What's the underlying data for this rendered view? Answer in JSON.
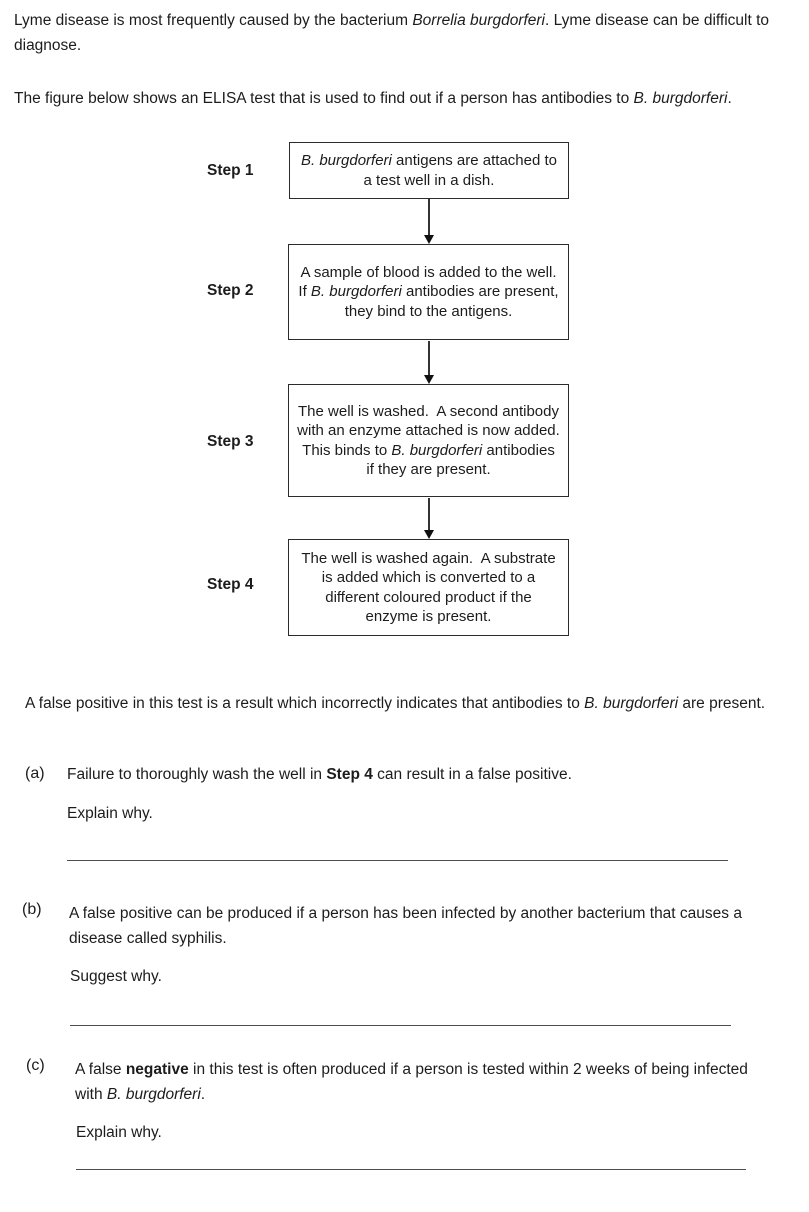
{
  "colors": {
    "background": "#ffffff",
    "text": "#1c1c1c",
    "box_border": "#2b2b2b",
    "arrow": "#111111",
    "answer_line": "#4d4d4d"
  },
  "intro": {
    "p1": {
      "parts": [
        {
          "text": "Lyme disease is most frequently caused by the bacterium ",
          "style": "normal"
        },
        {
          "text": "Borrelia burgdorferi",
          "style": "italic"
        },
        {
          "text": ". Lyme disease can be difficult to diagnose.",
          "style": "normal"
        }
      ]
    },
    "p2": {
      "parts": [
        {
          "text": "The figure below shows an ELISA test that is used to find out if a person has antibodies to ",
          "style": "normal"
        },
        {
          "text": "B. burgdorferi",
          "style": "italic"
        },
        {
          "text": ".",
          "style": "normal"
        }
      ]
    }
  },
  "flowchart": {
    "steps": [
      {
        "label": "Step 1",
        "box": {
          "parts": [
            {
              "text": "B. burgdorferi",
              "style": "italic"
            },
            {
              "text": " antigens are attached to a test well in a dish.",
              "style": "normal"
            }
          ]
        }
      },
      {
        "label": "Step 2",
        "box": {
          "parts": [
            {
              "text": "A sample of blood is added to the well.  If ",
              "style": "normal"
            },
            {
              "text": "B. burgdorferi",
              "style": "italic"
            },
            {
              "text": " antibodies are present, they bind to the antigens.",
              "style": "normal"
            }
          ]
        }
      },
      {
        "label": "Step 3",
        "box": {
          "parts": [
            {
              "text": "The well is washed.  A second antibody with an enzyme attached is now added.  This binds to ",
              "style": "normal"
            },
            {
              "text": "B. burgdorferi",
              "style": "italic"
            },
            {
              "text": " antibodies if they are present.",
              "style": "normal"
            }
          ]
        }
      },
      {
        "label": "Step 4",
        "box": {
          "parts": [
            {
              "text": "The well is washed again.  A substrate is added which is converted to a different coloured product if the enzyme is present.",
              "style": "normal"
            }
          ]
        }
      }
    ]
  },
  "note": {
    "parts": [
      {
        "text": "A false positive in this test is a result which incorrectly indicates that antibodies to ",
        "style": "normal"
      },
      {
        "text": "B. burgdorferi",
        "style": "italic"
      },
      {
        "text": " are present.",
        "style": "normal"
      }
    ]
  },
  "questions": {
    "items": [
      {
        "label": "(a)",
        "stem": {
          "parts": [
            {
              "text": "Failure to thoroughly wash the well in ",
              "style": "normal"
            },
            {
              "text": "Step 4",
              "style": "bold"
            },
            {
              "text": " can result in a false positive.",
              "style": "normal"
            }
          ]
        },
        "prompt": "Explain why."
      },
      {
        "label": "(b)",
        "stem": {
          "parts": [
            {
              "text": "A false positive can be produced if a person has been infected by another bacterium that causes a disease called syphilis.",
              "style": "normal"
            }
          ]
        },
        "prompt": "Suggest why."
      },
      {
        "label": "(c)",
        "stem": {
          "parts": [
            {
              "text": "A false ",
              "style": "normal"
            },
            {
              "text": "negative",
              "style": "bold"
            },
            {
              "text": " in this test is often produced if a person is tested within 2 weeks of being infected with ",
              "style": "normal"
            },
            {
              "text": "B. burgdorferi",
              "style": "italic"
            },
            {
              "text": ".",
              "style": "normal"
            }
          ]
        },
        "prompt": "Explain why."
      }
    ]
  }
}
